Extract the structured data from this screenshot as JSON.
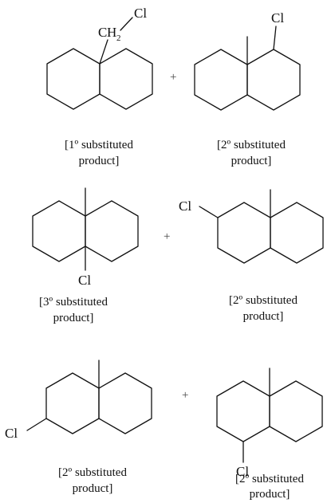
{
  "atoms": {
    "chlorine": "Cl",
    "carbon": "C",
    "hydrogen": "H",
    "subscript_two": "2"
  },
  "operator": "+",
  "labels": {
    "primary": [
      "[1º substituted",
      "product]"
    ],
    "secondary": [
      "[2º substituted",
      "product]"
    ],
    "tertiary": [
      "[3º substituted",
      "product]"
    ]
  }
}
